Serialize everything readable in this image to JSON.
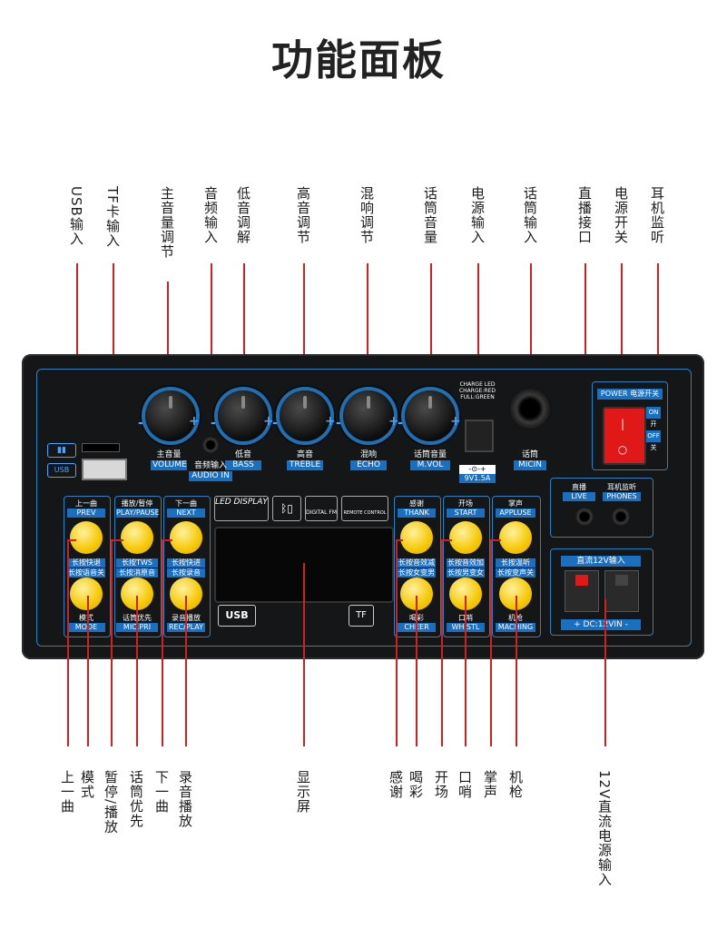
{
  "title": "功能面板",
  "top_labels": [
    {
      "id": "usb",
      "text": "USB输入"
    },
    {
      "id": "tf",
      "text": "TF卡输入"
    },
    {
      "id": "volume",
      "text": "主音量调节"
    },
    {
      "id": "audio",
      "text": "音频输入"
    },
    {
      "id": "bass",
      "text": "低音调解"
    },
    {
      "id": "treble",
      "text": "高音调节"
    },
    {
      "id": "echo",
      "text": "混响调节"
    },
    {
      "id": "mvol",
      "text": "话筒音量"
    },
    {
      "id": "power_in",
      "text": "电源输入"
    },
    {
      "id": "mic_in",
      "text": "话筒输入"
    },
    {
      "id": "live",
      "text": "直播接口"
    },
    {
      "id": "power_sw",
      "text": "电源开关"
    },
    {
      "id": "phones",
      "text": "耳机监听"
    }
  ],
  "bottom_labels": [
    {
      "id": "prev",
      "text": "上一曲"
    },
    {
      "id": "mode",
      "text": "模式"
    },
    {
      "id": "pause",
      "text": "暂停/播放"
    },
    {
      "id": "mic_pri",
      "text": "话筒优先"
    },
    {
      "id": "next",
      "text": "下一曲"
    },
    {
      "id": "rec",
      "text": "录音播放"
    },
    {
      "id": "display",
      "text": "显示屏"
    },
    {
      "id": "thank",
      "text": "感谢"
    },
    {
      "id": "cheer",
      "text": "喝彩"
    },
    {
      "id": "start",
      "text": "开场"
    },
    {
      "id": "whistle",
      "text": "口哨"
    },
    {
      "id": "applause",
      "text": "掌声"
    },
    {
      "id": "gun",
      "text": "机枪"
    },
    {
      "id": "dc",
      "text": "12V直流电源输入"
    }
  ],
  "knobs": [
    {
      "cn": "主音量",
      "en": "VOLUME"
    },
    {
      "cn": "低音",
      "en": "BASS"
    },
    {
      "cn": "高音",
      "en": "TREBLE"
    },
    {
      "cn": "混响",
      "en": "ECHO"
    },
    {
      "cn": "话筒音量",
      "en": "M.VOL"
    }
  ],
  "audio_in": {
    "cn": "音频输入",
    "en": "AUDIO IN"
  },
  "charge_led": "CHARGE LED\nCHARGE:RED\nFULL:GREEN",
  "dc_label": "9V1.5A",
  "mic_in": {
    "cn": "话筒",
    "en": "MICIN"
  },
  "power_box": {
    "title": "POWER 电源开关",
    "on": "ON",
    "on_cn": "开",
    "off": "OFF",
    "off_cn": "关"
  },
  "live": {
    "cn": "直播",
    "en": "LIVE"
  },
  "phones": {
    "cn": "耳机监听",
    "en": "PHONES"
  },
  "dc_box": {
    "title": "直流12V输入",
    "footer": "+ DC:12VIN -"
  },
  "buttons_left": [
    {
      "top_cn": "上一曲",
      "top_en": "PREV",
      "sub": "长按快退",
      "bot_cn": "模式",
      "bot_en": "MODE",
      "bot_sub": "长按语音关"
    },
    {
      "top_cn": "播放/暂停",
      "top_en": "PLAY/PAUSE",
      "sub": "长按TWS",
      "bot_cn": "话筒优先",
      "bot_en": "MIC.PRI",
      "bot_sub": "长按消原音"
    },
    {
      "top_cn": "下一曲",
      "top_en": "NEXT",
      "sub": "长按快进",
      "bot_cn": "录音播放",
      "bot_en": "REC/PLAY",
      "bot_sub": "长按录音"
    }
  ],
  "buttons_right": [
    {
      "top_cn": "感谢",
      "top_en": "THANK",
      "sub": "长按音效减",
      "bot_cn": "喝彩",
      "bot_en": "CHEER",
      "bot_sub": "长按女变男"
    },
    {
      "top_cn": "开场",
      "top_en": "START",
      "sub": "长按音效加",
      "bot_cn": "口哨",
      "bot_en": "WHISTL",
      "bot_sub": "长按男变女"
    },
    {
      "top_cn": "掌声",
      "top_en": "APPLUSE",
      "sub": "长按温听",
      "bot_cn": "机枪",
      "bot_en": "MACHING",
      "bot_sub": "长按变声关"
    }
  ],
  "led_display": "LED DISPLAY",
  "digital_fm": "DIGITAL FM",
  "remote": "REMOTE CONTROL",
  "usb_badge": "USB",
  "tf_badge": "TF"
}
